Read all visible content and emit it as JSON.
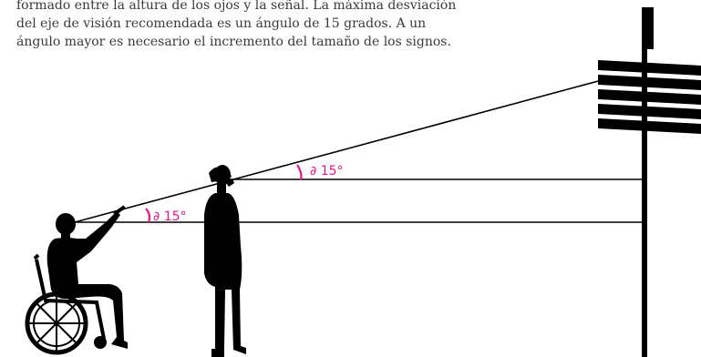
{
  "caption": {
    "lines": [
      "formado entre la altura de los ojos y la señal. La máxima desviación",
      "del eje de visión recomendada es un ángulo de  15 grados. A un",
      "ángulo mayor es necesario el incremento del tamaño de los signos."
    ]
  },
  "annotations": {
    "standing_angle": "∂ 15°",
    "wheelchair_angle": "∂ 15°"
  },
  "colors": {
    "accent": "#e4188b",
    "silhouette": "#000000",
    "text": "#3a3a3a"
  }
}
